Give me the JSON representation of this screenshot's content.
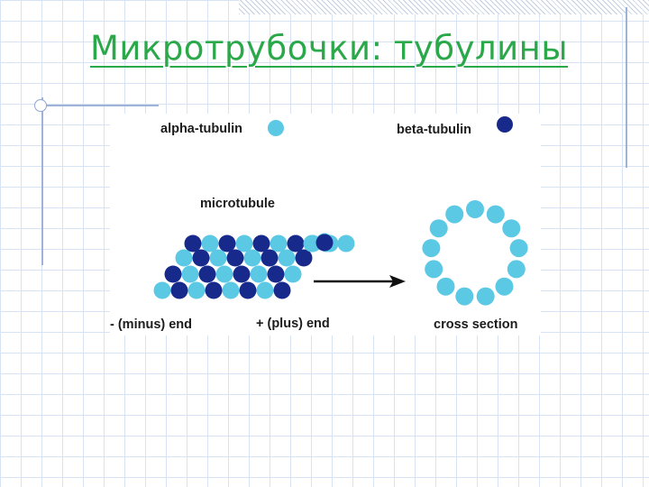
{
  "slide": {
    "title": "Микротрубочки: тубулины"
  },
  "diagram": {
    "legend": {
      "alpha_label": "alpha-tubulin",
      "beta_label": "beta-tubulin"
    },
    "microtubule_label": "microtubule",
    "minus_end_label": "- (minus) end",
    "plus_end_label": "+ (plus) end",
    "cross_section_label": "cross section",
    "colors": {
      "alpha": "#5bc8e4",
      "beta": "#172a8c",
      "arrow": "#111111"
    }
  }
}
